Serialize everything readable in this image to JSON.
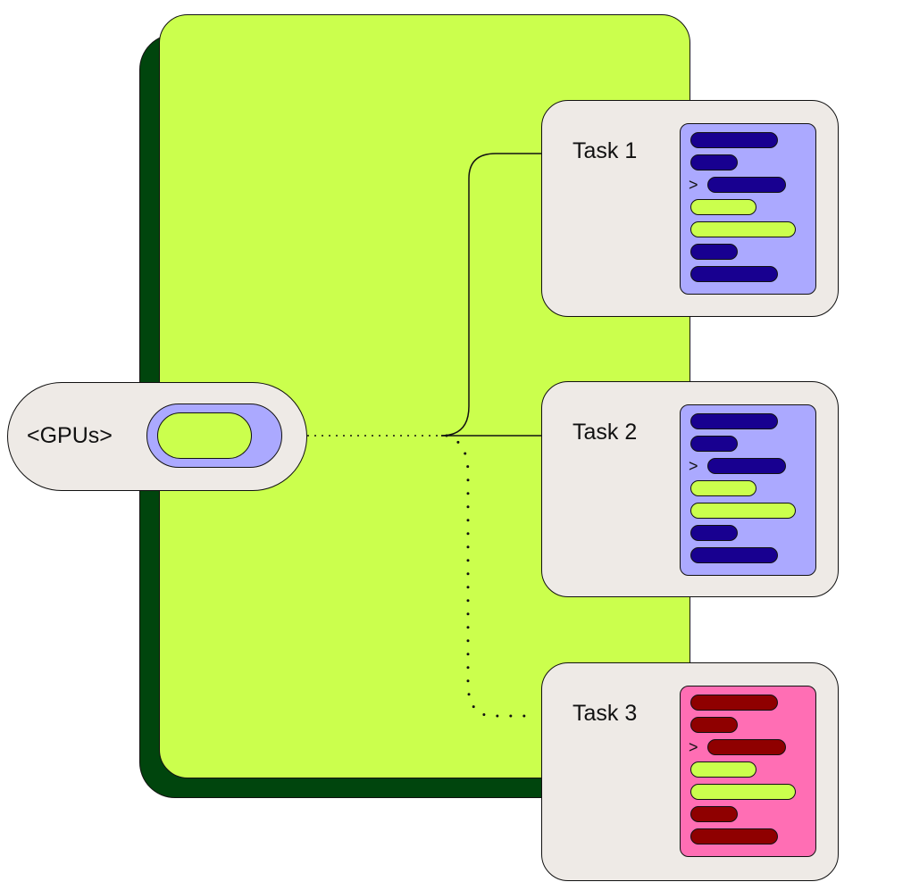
{
  "colors": {
    "panel": "#cbff4d",
    "panel_shadow": "#00450d",
    "card_bg": "#eeeae6",
    "screen_blue": "#aba9ff",
    "line_blue": "#180090",
    "screen_pink": "#ff6eb4",
    "line_red": "#8f0000",
    "highlight": "#cbff4d",
    "stroke": "#111111"
  },
  "gpu_node": {
    "label": "<GPUs>",
    "icon": "toggle-switch-icon"
  },
  "tasks": [
    {
      "title": "Task 1",
      "theme": "blue",
      "connection": "solid",
      "lines": [
        {
          "kind": "text",
          "width": 0.65
        },
        {
          "kind": "text",
          "width": 0.35
        },
        {
          "kind": "prompt",
          "width": 0.58
        },
        {
          "kind": "highlight",
          "width": 0.49
        },
        {
          "kind": "highlight",
          "width": 0.78
        },
        {
          "kind": "text",
          "width": 0.35
        },
        {
          "kind": "text",
          "width": 0.65
        }
      ]
    },
    {
      "title": "Task 2",
      "theme": "blue",
      "connection": "solid",
      "lines": [
        {
          "kind": "text",
          "width": 0.65
        },
        {
          "kind": "text",
          "width": 0.35
        },
        {
          "kind": "prompt",
          "width": 0.58
        },
        {
          "kind": "highlight",
          "width": 0.49
        },
        {
          "kind": "highlight",
          "width": 0.78
        },
        {
          "kind": "text",
          "width": 0.35
        },
        {
          "kind": "text",
          "width": 0.65
        }
      ]
    },
    {
      "title": "Task 3",
      "theme": "pink",
      "connection": "dotted",
      "lines": [
        {
          "kind": "text",
          "width": 0.65
        },
        {
          "kind": "text",
          "width": 0.35
        },
        {
          "kind": "prompt",
          "width": 0.58
        },
        {
          "kind": "highlight",
          "width": 0.49
        },
        {
          "kind": "highlight",
          "width": 0.78
        },
        {
          "kind": "text",
          "width": 0.35
        },
        {
          "kind": "text",
          "width": 0.65
        }
      ]
    }
  ],
  "prompt_glyph": ">"
}
